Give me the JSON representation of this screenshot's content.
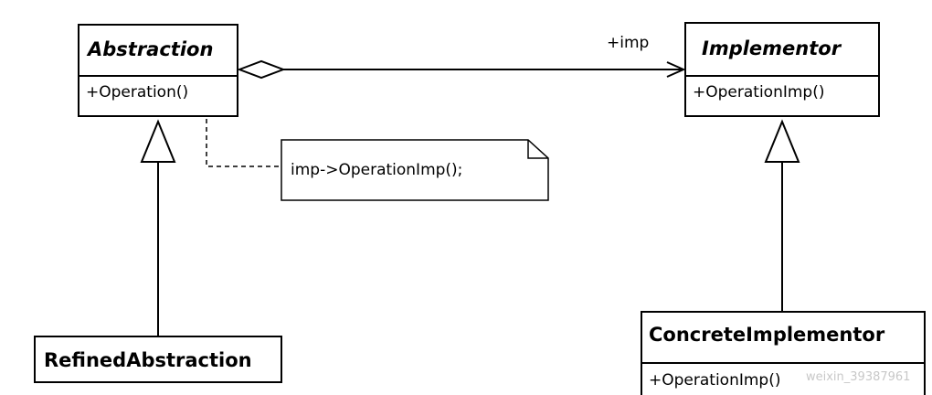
{
  "classes": {
    "abstraction": {
      "name": "Abstraction",
      "operation": "+Operation()"
    },
    "implementor": {
      "name": "Implementor",
      "operation": "+OperationImp()"
    },
    "refined": {
      "name": "RefinedAbstraction"
    },
    "concrete": {
      "name": "ConcreteImplementor",
      "operation": "+OperationImp()"
    }
  },
  "association": {
    "role": "+imp"
  },
  "note": {
    "text": "imp->OperationImp();"
  },
  "watermark": "weixin_39387961",
  "colors": {
    "stroke": "#000000",
    "watermark": "#c8c8c8"
  }
}
